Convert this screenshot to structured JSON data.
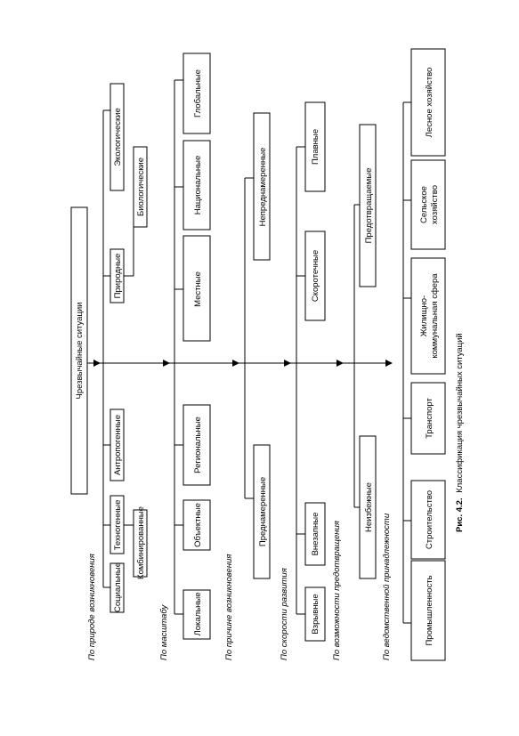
{
  "diagram": {
    "root": "Чрезвычайные ситуации",
    "figure_caption": {
      "number": "Рис. 4.2.",
      "text": "Классификация чрезвычайных ситуаций"
    },
    "categories": [
      {
        "caption": "По природе возникновения",
        "items": [
          "Социальные",
          "Комбинированные",
          "Техногенные",
          "Антропогенные",
          "Природные",
          "Биологические",
          "Экологические"
        ]
      },
      {
        "caption": "По масштабу",
        "items": [
          "Локальные",
          "Объектные",
          "Региональные",
          "Местные",
          "Национальные",
          "Глобальные"
        ]
      },
      {
        "caption": "По причине возникновения",
        "items": [
          "Преднамеренные",
          "Непреднамеренные"
        ]
      },
      {
        "caption": "По скорости развития",
        "items": [
          "Взрывные",
          "Внезапные",
          "Скоротечные",
          "Плавные"
        ]
      },
      {
        "caption": "По возможности предотвращения",
        "items": [
          "Неизбежные",
          "Предотвращаемые"
        ]
      },
      {
        "caption": "По ведомственной принадлежности",
        "items": [
          "Промышленность",
          "Строительство",
          "Транспорт",
          "Жилищно-коммунальная сфера",
          "Сельское хозяйство",
          "Лесное хозяйство"
        ]
      }
    ]
  }
}
